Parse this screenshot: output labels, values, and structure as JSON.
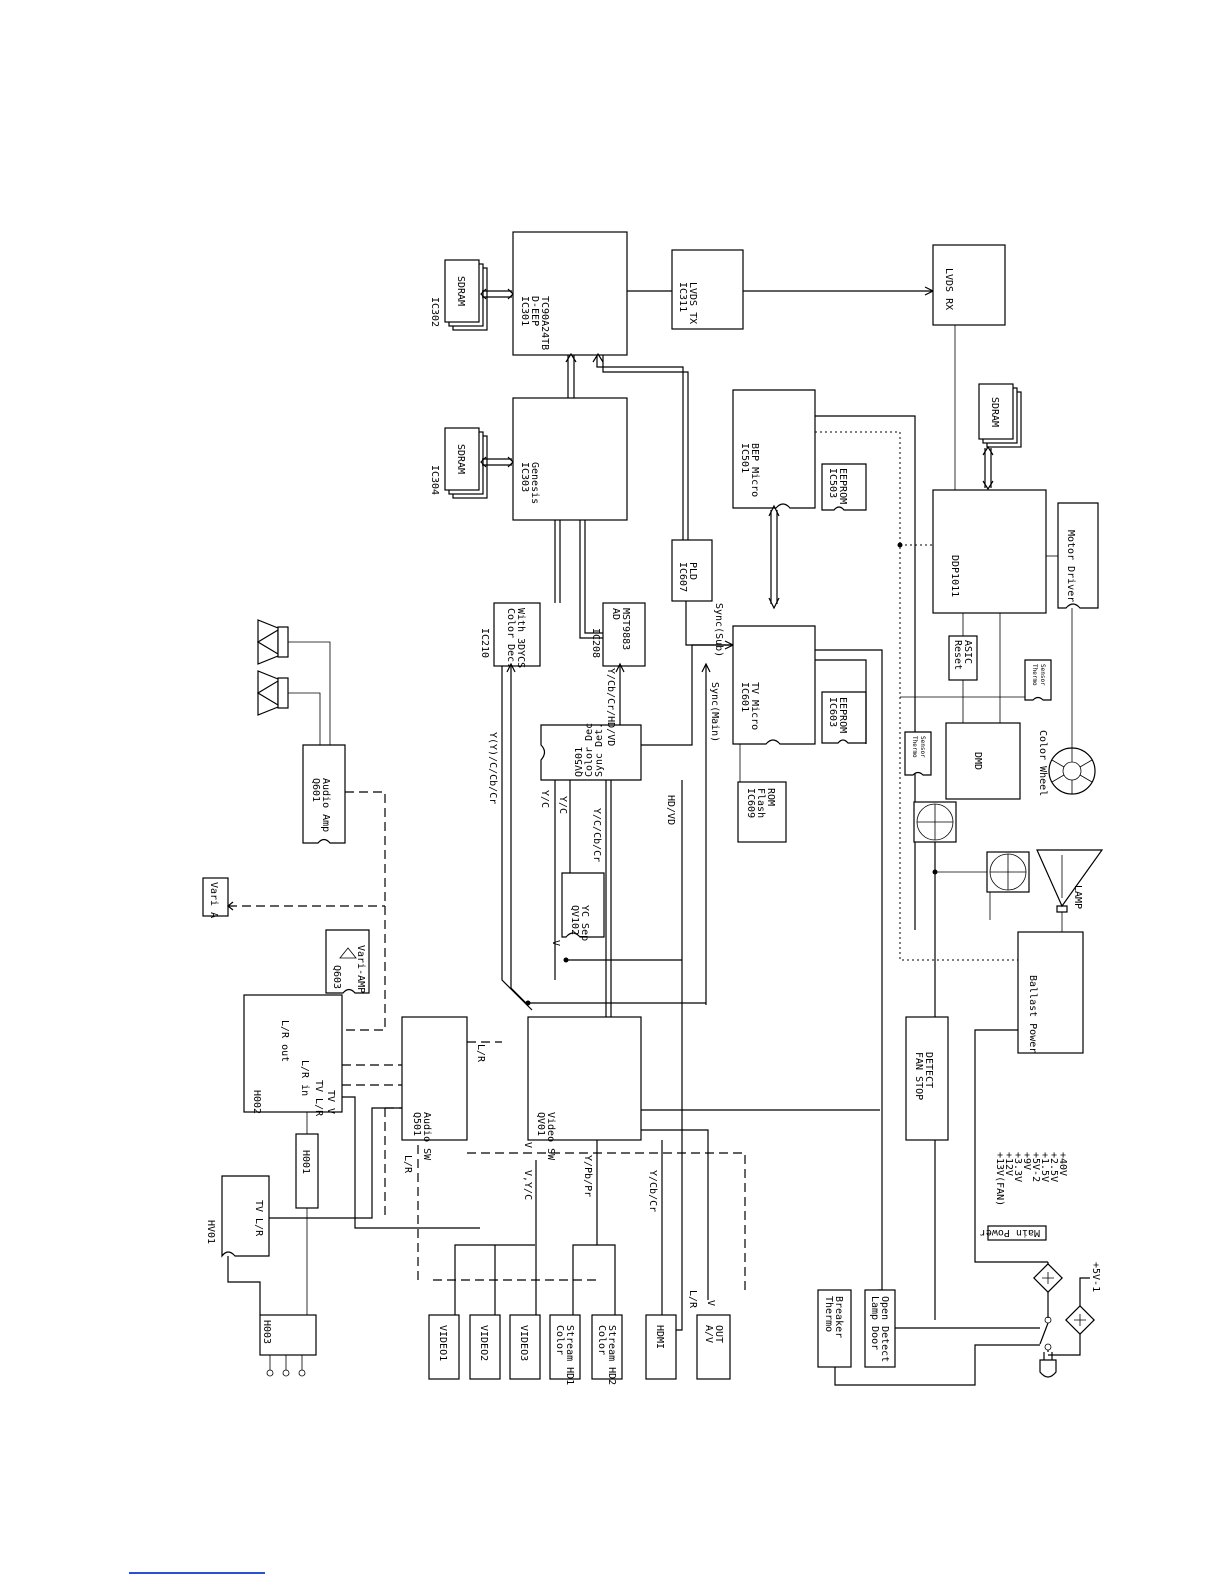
{
  "blocks": {
    "ic302_label": "IC302",
    "ic302_sdram": "SDRAM",
    "ic301_1": "IC301",
    "ic301_2": "D-EEP",
    "ic301_3": "TC90A24TB",
    "ic311_1": "IC311",
    "ic311_2": "LVDS TX",
    "lvds_rx": "LVDS RX",
    "ic304_label": "IC304",
    "ic304_sdram": "SDRAM",
    "ic303_1": "IC303",
    "ic303_2": "Genesis",
    "ic501_1": "IC501",
    "ic501_2": "BEP Micro",
    "ic503_1": "IC503",
    "ic503_2": "EEPROM",
    "sdram_right": "SDRAM",
    "ic607_1": "IC607",
    "ic607_2": "PLD",
    "ddp": "DDP1011",
    "motor": "Motor Driver",
    "ic210_label": "IC210",
    "ic210_1": "Color Dec.",
    "ic210_2": "With 3DYCS",
    "ic208_label": "IC208",
    "ic208_1": "AD",
    "ic208_2": "MST9883",
    "ic601_1": "IC601",
    "ic601_2": "TV Micro",
    "ic603_1": "IC603",
    "ic603_2": "EEPROM",
    "reset_1": "Reset",
    "reset_2": "ASIC",
    "thermo_sensor_r_1": "Thermo",
    "thermo_sensor_r_2": "Sensor",
    "thermo_sensor_l_1": "Thermo",
    "thermo_sensor_l_2": "Sensor",
    "dmd": "DMD",
    "color_wheel": "Color Wheel",
    "qv501_1": "QV501",
    "qv501_2": "Color Dec",
    "qv501_3": "Sync Det.",
    "ic609_1": "IC609",
    "ic609_2": "Flash",
    "ic609_3": "ROM",
    "lamp": "LAMP",
    "q601_1": "Q601",
    "q601_2": "Audio Amp",
    "vari_a": "Vari A",
    "qv102_1": "QV102",
    "qv102_2": "YC Sep",
    "q603_1": "Q603",
    "q603_2": "Vari-AMP",
    "h002_title": "H002",
    "h002_lr_out": "L/R out",
    "h002_lr_in": "L/R in",
    "h002_tv_lr": "TV L/R",
    "h002_tv_v": "TV V",
    "q501_1": "Q501",
    "q501_2": "Audio SW",
    "qv01_1": "QV01",
    "qv01_2": "Video SW",
    "ballast": "Ballast Power",
    "fan_stop_1": "FAN STOP",
    "fan_stop_2": "DETECT",
    "h001": "H001",
    "hv01_label": "HV01",
    "hv01_inner": "TV L/R",
    "h003": "H003",
    "video1": "VIDEO1",
    "video2": "VIDEO2",
    "video3": "VIDEO3",
    "csh1_1": "Color",
    "csh1_2": "Stream HD1",
    "csh2_1": "Color",
    "csh2_2": "Stream HD2",
    "hdmi": "HDMI",
    "av_out_1": "A/V",
    "av_out_2": "OUT",
    "thermo_breaker_1": "Thermo",
    "thermo_breaker_2": "Breaker",
    "lamp_door_1": "Lamp Door",
    "lamp_door_2": "Open Detect",
    "main_power": "Main Power"
  },
  "signals": {
    "sig_ycbcr_210": "Y(Y)/C/Cb/Cr",
    "sig_ycbcr_hdvd": "Y/Cb/Cr/HD/VD",
    "sig_sync_sub": "Sync(Sub)",
    "sig_sync_main": "Sync(Main)",
    "sig_yc_1": "Y/C",
    "sig_yc_2": "Y/C",
    "sig_ycbcr": "Y/C/Cb/Cr",
    "sig_hdvd": "HD/VD",
    "sig_v": "V",
    "sig_lr_q501": "L/R",
    "sig_lr_left": "L/R",
    "sig_vvc": "V,Y/C",
    "sig_ypbpr": "Y/Pb/Pr",
    "sig_ycbcr_hdmi": "Y/Cb/Cr",
    "sig_lr_av": "L/R",
    "sig_v_av": "V",
    "sig_v_qv01": "V"
  },
  "power": {
    "rails": [
      "+13V(FAN)",
      "+12V",
      "+3.3V",
      "+9V",
      "+5V-2",
      "+1.5V",
      "+2.5V",
      "+40V"
    ],
    "standby": "+5V-1"
  }
}
